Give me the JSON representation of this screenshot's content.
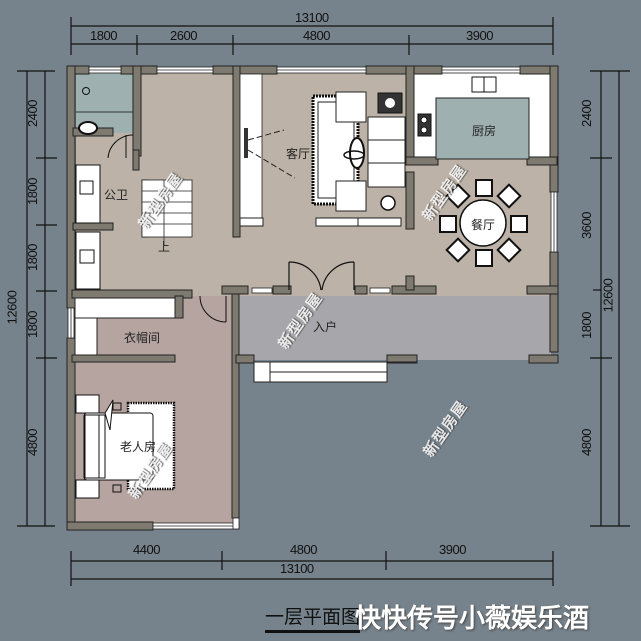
{
  "plan": {
    "title": "一层平面图",
    "overlay_caption": "快快传号小薇娱乐酒",
    "watermark": "新型房屋",
    "colors": {
      "background": "#77838c",
      "wall": "#7f7a6f",
      "wall_outline": "#222222",
      "floor_main": "#bcb2a7",
      "floor_bedroom": "#b5a4a0",
      "floor_wet": "#9fb0b0",
      "floor_porch": "#a7a7ab",
      "cabinet": "#ffffff"
    }
  },
  "dimensions": {
    "top": {
      "total": "13100",
      "segments": [
        "1800",
        "2600",
        "4800",
        "3900"
      ]
    },
    "bottom": {
      "total": "13100",
      "segments": [
        "4400",
        "4800",
        "3900"
      ]
    },
    "left": {
      "total": "12600",
      "segments": [
        "2400",
        "1800",
        "1800",
        "1800",
        "4800"
      ]
    },
    "right": {
      "total": "12600",
      "segments": [
        "2400",
        "3600",
        "1800",
        "4800"
      ]
    }
  },
  "rooms": [
    {
      "id": "bathroom",
      "label": "公卫"
    },
    {
      "id": "stairs",
      "label": "上"
    },
    {
      "id": "living",
      "label": "客厅"
    },
    {
      "id": "kitchen",
      "label": "厨房"
    },
    {
      "id": "dining",
      "label": "餐厅"
    },
    {
      "id": "entry",
      "label": "入户"
    },
    {
      "id": "closet",
      "label": "衣帽间"
    },
    {
      "id": "elder-bedroom",
      "label": "老人房"
    }
  ]
}
